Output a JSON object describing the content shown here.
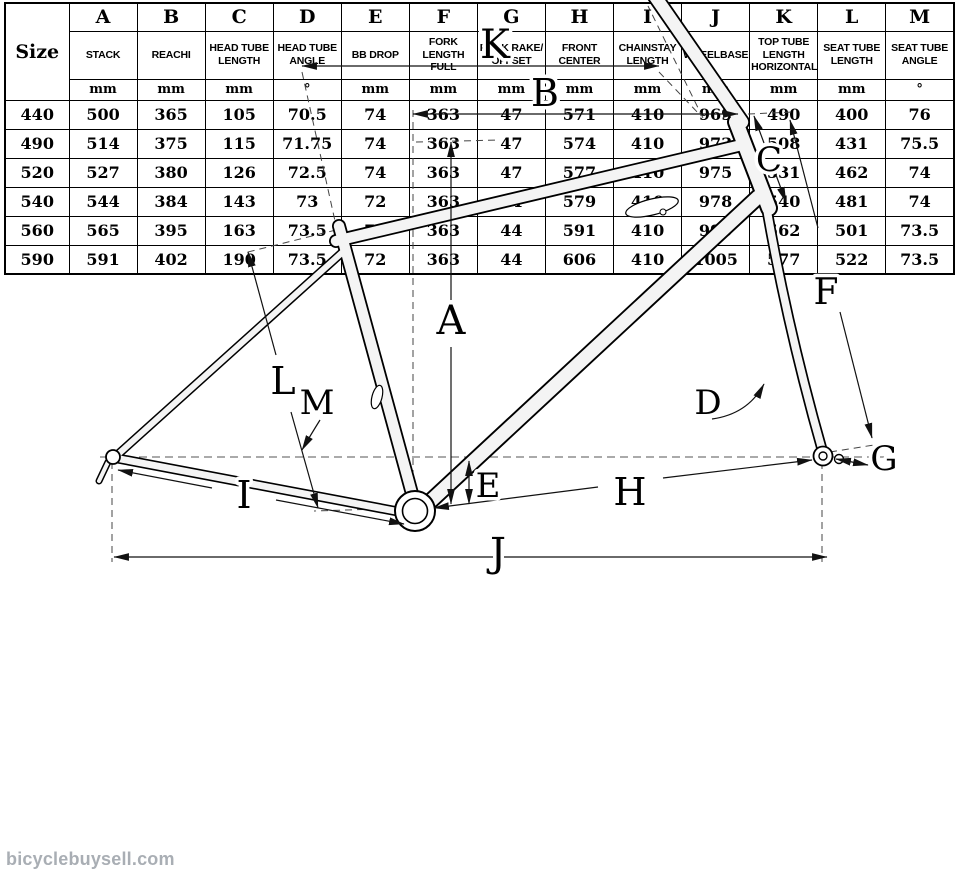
{
  "watermark": "bicyclebuysell.com",
  "diagram": {
    "labels": {
      "A": "A",
      "B": "B",
      "C": "C",
      "D": "D",
      "E": "E",
      "F": "F",
      "G": "G",
      "H": "H",
      "I": "I",
      "J": "J",
      "K": "K",
      "L": "L",
      "M": "M"
    }
  },
  "table": {
    "size_header": "Size",
    "columns": [
      {
        "letter": "A",
        "name": "STACK",
        "unit": "mm"
      },
      {
        "letter": "B",
        "name": "REACHI",
        "unit": "mm"
      },
      {
        "letter": "C",
        "name": "HEAD TUBE LENGTH",
        "unit": "mm"
      },
      {
        "letter": "D",
        "name": "HEAD TUBE ANGLE",
        "unit": "°"
      },
      {
        "letter": "E",
        "name": "BB DROP",
        "unit": "mm"
      },
      {
        "letter": "F",
        "name": "FORK LENGTH FULL",
        "unit": "mm"
      },
      {
        "letter": "G",
        "name": "FORK RAKE/ OFFSET",
        "unit": "mm"
      },
      {
        "letter": "H",
        "name": "FRONT CENTER",
        "unit": "mm"
      },
      {
        "letter": "I",
        "name": "CHAINSTAY LENGTH",
        "unit": "mm"
      },
      {
        "letter": "J",
        "name": "WHEELBASE",
        "unit": "mm"
      },
      {
        "letter": "K",
        "name": "TOP TUBE LENGTH HORIZONTAL",
        "unit": "mm"
      },
      {
        "letter": "L",
        "name": "SEAT TUBE LENGTH",
        "unit": "mm"
      },
      {
        "letter": "M",
        "name": "SEAT TUBE ANGLE",
        "unit": "°"
      }
    ],
    "rows": [
      {
        "size": "440",
        "values": [
          "500",
          "365",
          "105",
          "70.5",
          "74",
          "363",
          "47",
          "571",
          "410",
          "969",
          "490",
          "400",
          "76"
        ]
      },
      {
        "size": "490",
        "values": [
          "514",
          "375",
          "115",
          "71.75",
          "74",
          "363",
          "47",
          "574",
          "410",
          "973",
          "508",
          "431",
          "75.5"
        ]
      },
      {
        "size": "520",
        "values": [
          "527",
          "380",
          "126",
          "72.5",
          "74",
          "363",
          "47",
          "577",
          "410",
          "975",
          "531",
          "462",
          "74"
        ]
      },
      {
        "size": "540",
        "values": [
          "544",
          "384",
          "143",
          "73",
          "72",
          "363",
          "44",
          "579",
          "410",
          "978",
          "540",
          "481",
          "74"
        ]
      },
      {
        "size": "560",
        "values": [
          "565",
          "395",
          "163",
          "73.5",
          "72",
          "363",
          "44",
          "591",
          "410",
          "990",
          "562",
          "501",
          "73.5"
        ]
      },
      {
        "size": "590",
        "values": [
          "591",
          "402",
          "190",
          "73.5",
          "72",
          "363",
          "44",
          "606",
          "410",
          "1005",
          "577",
          "522",
          "73.5"
        ]
      }
    ]
  }
}
